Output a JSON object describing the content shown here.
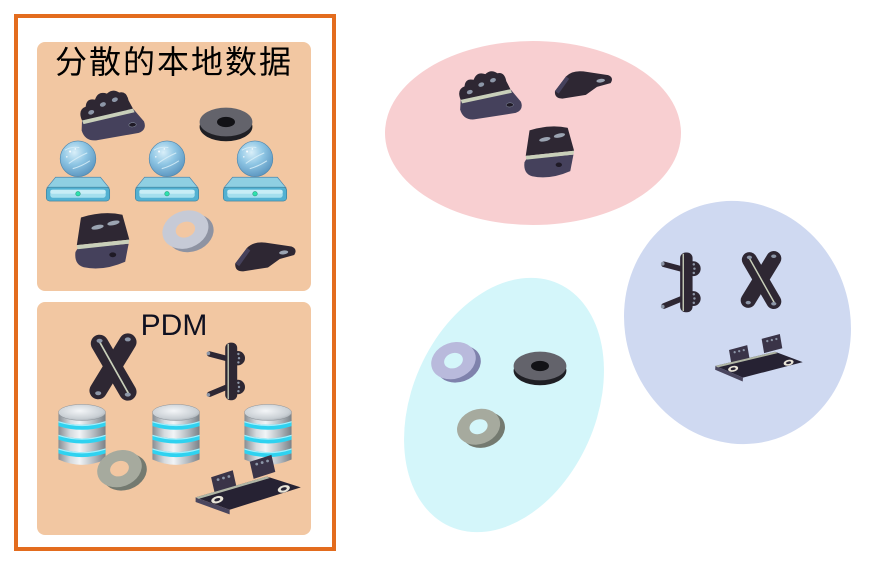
{
  "left_box": {
    "border_color": "#E36C1E",
    "panel_color": "#F2C7A2",
    "panels": [
      {
        "title": "分散的本地数据",
        "title_color": "#000000",
        "parts": [
          "corner-bracket",
          "dark-washer",
          "network-drive",
          "network-drive",
          "network-drive",
          "angle-bracket",
          "silver-washer",
          "hook-bracket"
        ]
      },
      {
        "title": "PDM",
        "title_color": "#0F1020",
        "parts": [
          "x-bracket",
          "arm-bracket",
          "database",
          "database",
          "database",
          "greenish-washer",
          "rail-bracket"
        ]
      }
    ]
  },
  "clusters": [
    {
      "name": "simple-brackets-cluster",
      "fill": "#F8CFD1",
      "parts": [
        "corner-bracket",
        "hook-bracket",
        "angle-bracket"
      ]
    },
    {
      "name": "washers-cluster",
      "fill": "#D4F6FA",
      "parts": [
        "lavender-washer",
        "dark-washer",
        "greenish-washer"
      ]
    },
    {
      "name": "complex-brackets-cluster",
      "fill": "#CFD9F1",
      "parts": [
        "arm-bracket",
        "x-bracket",
        "rail-bracket"
      ]
    }
  ],
  "icons": {
    "corner-bracket": "dark sheet-metal corner bracket with holes and light bend edge",
    "angle-bracket": "dark L-angle bracket with two slots and bent flange",
    "hook-bracket": "small dark hook-shaped clip bracket with slot",
    "x-bracket": "dark butterfly / X-shaped flat bracket with corner holes",
    "arm-bracket": "dark vertical bracket with two arms ending in drilled lugs",
    "rail-bracket": "long dark rail bracket with two upright drilled tabs",
    "network-drive": "blue network drive with globe on top and green LED",
    "database": "silver database cylinder with cyan glowing bands",
    "dark-washer": "flat dark gray washer",
    "silver-washer": "tilted silver washer",
    "lavender-washer": "tilted lavender washer",
    "greenish-washer": "tilted green-silver washer"
  }
}
